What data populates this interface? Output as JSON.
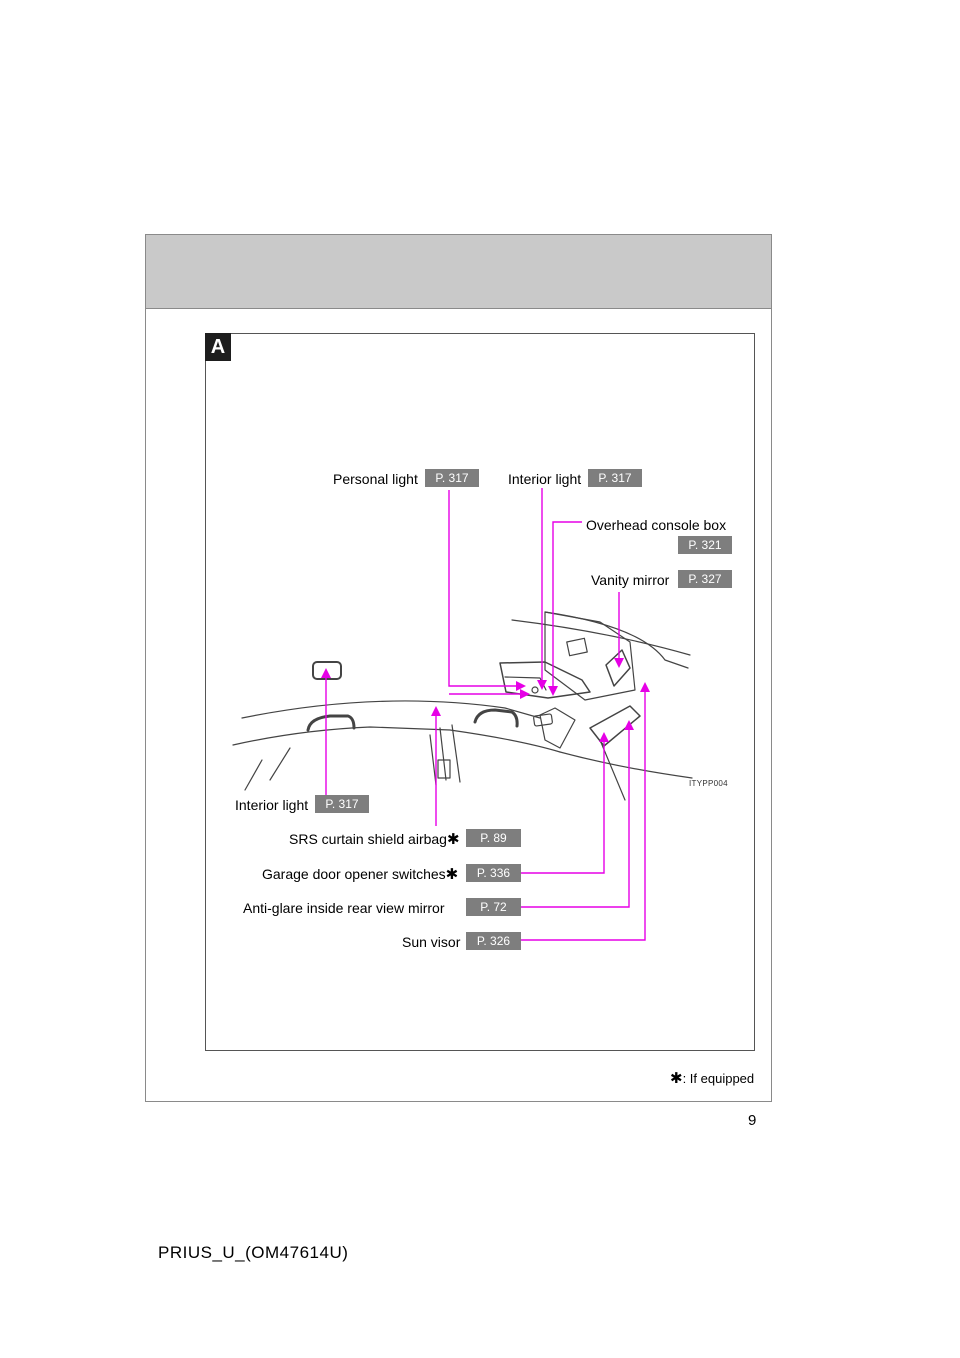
{
  "section": {
    "letter": "A"
  },
  "labels": {
    "personal_light": "Personal light",
    "interior_light_top": "Interior light",
    "overhead_console_box": "Overhead console box",
    "vanity_mirror": "Vanity mirror",
    "interior_light_left": "Interior light",
    "srs_airbag": "SRS curtain shield airbag",
    "garage_door": "Garage door opener switches",
    "anti_glare_mirror": "Anti-glare inside rear view mirror",
    "sun_visor": "Sun visor"
  },
  "pages": {
    "personal_light": "P. 317",
    "interior_light_top": "P. 317",
    "overhead_console_box": "P. 321",
    "vanity_mirror": "P. 327",
    "interior_light_left": "P. 317",
    "srs_airbag": "P. 89",
    "garage_door": "P. 336",
    "anti_glare_mirror": "P. 72",
    "sun_visor": "P. 326"
  },
  "asterisk": "✱",
  "figure_code": "ITYPP004",
  "footnote": {
    "text": ": If equipped"
  },
  "page_number": "9",
  "doc_code": "PRIUS_U_(OM47614U)",
  "colors": {
    "leader_line": "#e600e6",
    "page_tag": "#7e7e7e",
    "header_band": "#c9c9c9"
  }
}
